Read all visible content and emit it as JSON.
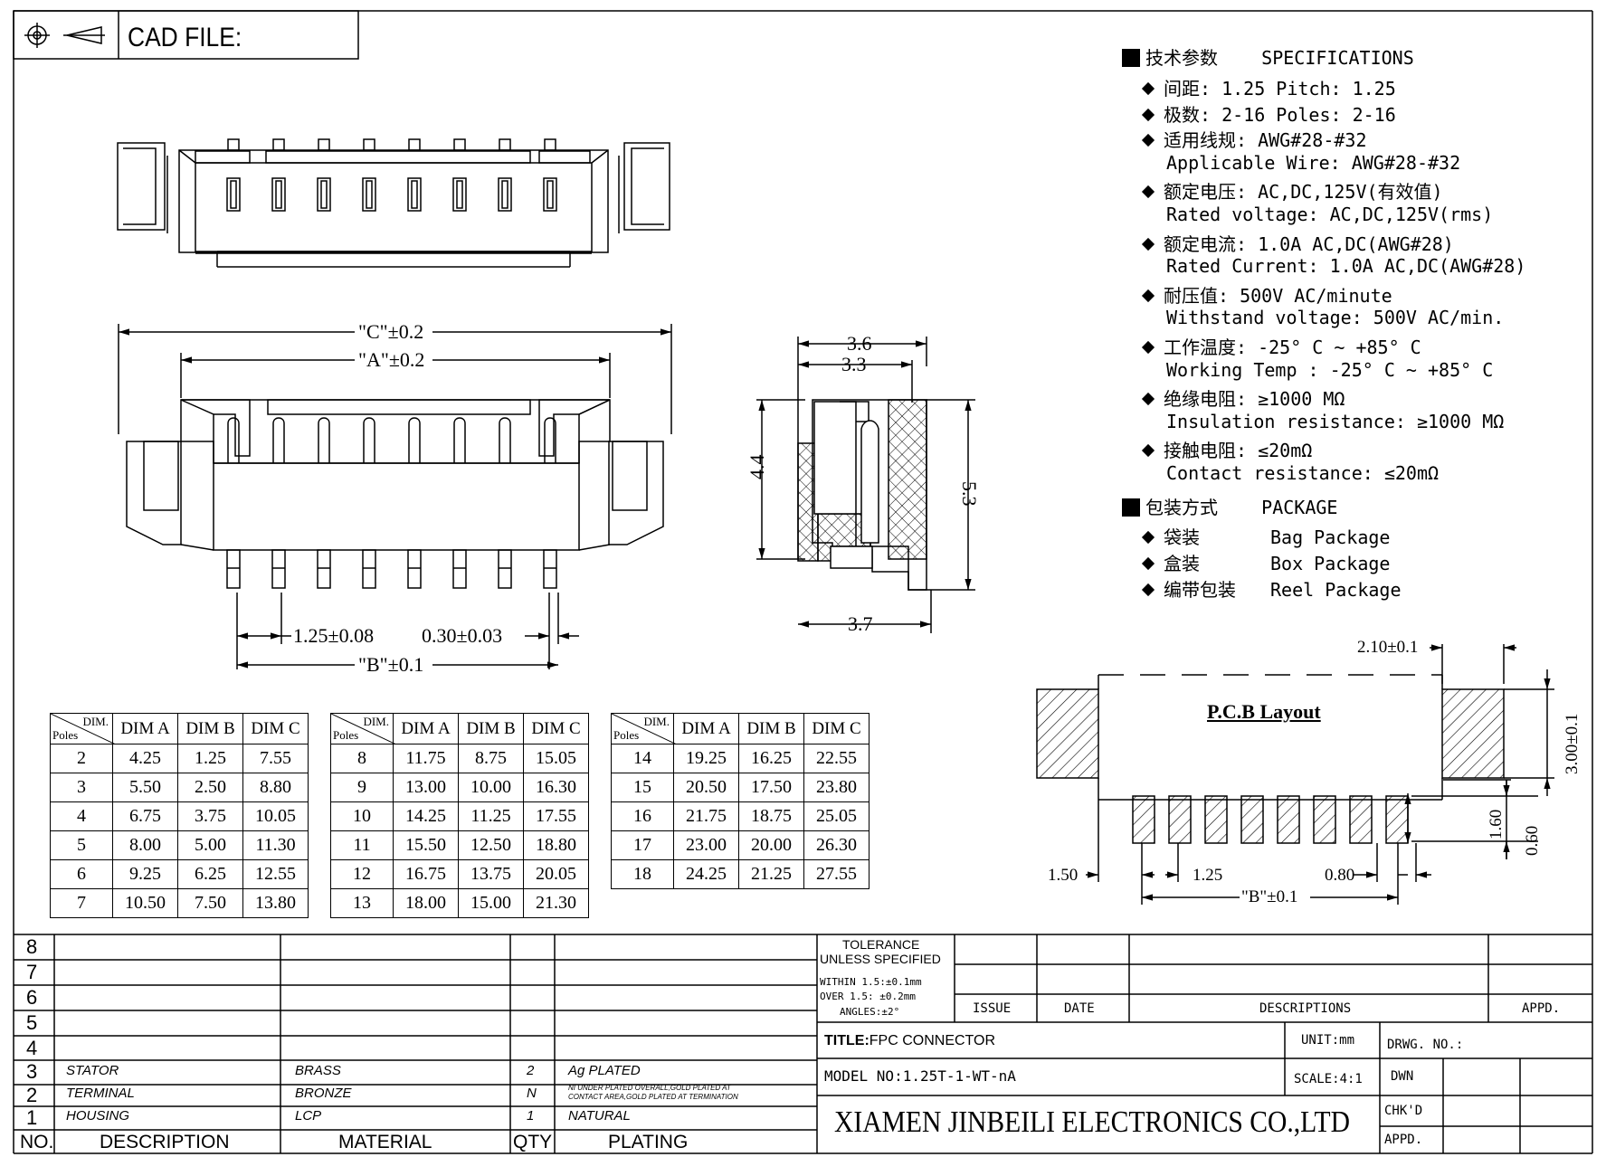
{
  "header": {
    "cad_label": "CAD  FILE:"
  },
  "dims": {
    "c": "\"C\"±0.2",
    "a": "\"A\"±0.2",
    "pitch": "1.25±0.08",
    "width": "0.30±0.03",
    "b": "\"B\"±0.1",
    "side_top1": "3.6",
    "side_top2": "3.3",
    "side_left": "4.4",
    "side_right": "5.3",
    "side_bottom": "3.7"
  },
  "specs": {
    "heading_cn": "技术参数",
    "heading_en": "SPECIFICATIONS",
    "lines": [
      {
        "bullet": true,
        "text": "间距: 1.25     Pitch: 1.25"
      },
      {
        "bullet": true,
        "text": "极数: 2-16     Poles: 2-16"
      },
      {
        "bullet": true,
        "text": "适用线规: AWG#28-#32"
      },
      {
        "bullet": false,
        "text": "Applicable Wire: AWG#28-#32"
      },
      {
        "bullet": true,
        "text": "额定电压: AC,DC,125V(有效值)"
      },
      {
        "bullet": false,
        "text": "Rated voltage: AC,DC,125V(rms)"
      },
      {
        "bullet": true,
        "text": "额定电流: 1.0A   AC,DC(AWG#28)"
      },
      {
        "bullet": false,
        "text": "Rated Current: 1.0A AC,DC(AWG#28)"
      },
      {
        "bullet": true,
        "text": "耐压值: 500V AC/minute"
      },
      {
        "bullet": false,
        "text": "Withstand voltage: 500V AC/min."
      },
      {
        "bullet": true,
        "text": "工作温度: -25° C ~ +85° C"
      },
      {
        "bullet": false,
        "text": "Working Temp : -25° C ~ +85° C"
      },
      {
        "bullet": true,
        "text": "绝缘电阻:  ≥1000 MΩ"
      },
      {
        "bullet": false,
        "text": "Insulation resistance: ≥1000 MΩ"
      },
      {
        "bullet": true,
        "text": "接触电阻: ≤20mΩ"
      },
      {
        "bullet": false,
        "text": "Contact resistance: ≤20mΩ"
      }
    ],
    "package_cn": "包装方式",
    "package_en": "PACKAGE",
    "packages": [
      {
        "cn": "袋装",
        "en": "Bag Package"
      },
      {
        "cn": "盒装",
        "en": "Box Package"
      },
      {
        "cn": "编带包装",
        "en": "Reel Package"
      }
    ]
  },
  "pcb": {
    "title": "P.C.B Layout",
    "d_pad_w": "2.10±0.1",
    "d_pad_h": "3.00±0.1",
    "d_pin_h": "1.60",
    "d_gap": "0.60",
    "d_edge": "1.50",
    "d_pitch": "1.25",
    "d_pin_w": "0.80",
    "d_b": "\"B\"±0.1"
  },
  "tables": {
    "hdr_top": "DIM.",
    "hdr_bottom": "Poles",
    "cols": [
      "DIM  A",
      "DIM  B",
      "DIM  C"
    ],
    "t1": [
      [
        "2",
        "4.25",
        "1.25",
        "7.55"
      ],
      [
        "3",
        "5.50",
        "2.50",
        "8.80"
      ],
      [
        "4",
        "6.75",
        "3.75",
        "10.05"
      ],
      [
        "5",
        "8.00",
        "5.00",
        "11.30"
      ],
      [
        "6",
        "9.25",
        "6.25",
        "12.55"
      ],
      [
        "7",
        "10.50",
        "7.50",
        "13.80"
      ]
    ],
    "t2": [
      [
        "8",
        "11.75",
        "8.75",
        "15.05"
      ],
      [
        "9",
        "13.00",
        "10.00",
        "16.30"
      ],
      [
        "10",
        "14.25",
        "11.25",
        "17.55"
      ],
      [
        "11",
        "15.50",
        "12.50",
        "18.80"
      ],
      [
        "12",
        "16.75",
        "13.75",
        "20.05"
      ],
      [
        "13",
        "18.00",
        "15.00",
        "21.30"
      ]
    ],
    "t3": [
      [
        "14",
        "19.25",
        "16.25",
        "22.55"
      ],
      [
        "15",
        "20.50",
        "17.50",
        "23.80"
      ],
      [
        "16",
        "21.75",
        "18.75",
        "25.05"
      ],
      [
        "17",
        "23.00",
        "20.00",
        "26.30"
      ],
      [
        "18",
        "24.25",
        "21.25",
        "27.55"
      ]
    ]
  },
  "bom": {
    "rows": [
      "8",
      "7",
      "6",
      "5",
      "4",
      "3",
      "2",
      "1"
    ],
    "items": [
      {
        "no": "3",
        "desc": "STATOR",
        "mat": "BRASS",
        "qty": "2",
        "plating": "Ag  PLATED"
      },
      {
        "no": "2",
        "desc": "TERMINAL",
        "mat": "BRONZE",
        "qty": "N",
        "plating": "NI UNDER PLATED OVERALL,GOLD PLATED AT",
        "plating2": "CONTACT AREA,GOLD PLATED AT TERMINATION"
      },
      {
        "no": "1",
        "desc": "HOUSING",
        "mat": "LCP",
        "qty": "1",
        "plating": "NATURAL"
      }
    ],
    "head_no": "NO.",
    "head_desc": "DESCRIPTION",
    "head_mat": "MATERIAL",
    "head_qty": "QTY",
    "head_plating": "PLATING"
  },
  "titleblock": {
    "tol1": "TOLERANCE",
    "tol2": "UNLESS SPECIFIED",
    "tol3": "WITHIN 1.5:±0.1mm",
    "tol4": "OVER 1.5: ±0.2mm",
    "tol5": "ANGLES:±2°",
    "issue": "ISSUE",
    "date": "DATE",
    "descriptions": "DESCRIPTIONS",
    "appd": "APPD.",
    "title_label": "TITLE:",
    "title_value": "FPC  CONNECTOR",
    "unit": "UNIT:mm",
    "drwg": "DRWG.  NO.:",
    "model": "MODEL  NO:1.25T-1-WT-nA",
    "scale": "SCALE:4:1",
    "dwn": "DWN",
    "company": "XIAMEN JINBEILI ELECTRONICS CO.,LTD",
    "chkd": "CHK'D",
    "appd2": "APPD."
  }
}
